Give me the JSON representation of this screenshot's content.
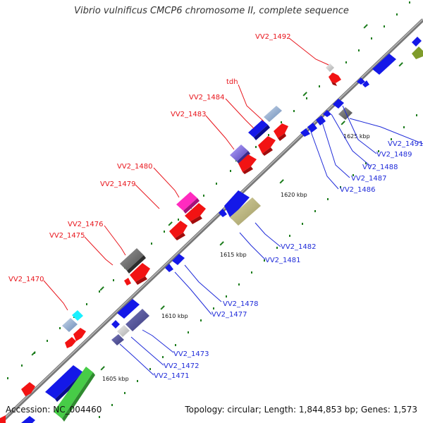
{
  "title": "Vibrio vulnificus CMCP6 chromosome II, complete sequence",
  "accession": "Accession: NC_004460",
  "summary": "Topology: circular; Length: 1,844,853 bp; Genes: 1,573",
  "colors": {
    "forward_label": "#e8141b",
    "reverse_label": "#1f2bd9",
    "forward_gene": "#f21313",
    "reverse_gene": "#1418e8",
    "backbone": "#8a8a8a",
    "tick_green": "#1e7d1e"
  },
  "tick_labels": [
    {
      "text": "1605 kbp"
    },
    {
      "text": "1610 kbp"
    },
    {
      "text": "1615 kbp"
    },
    {
      "text": "1620 kbp"
    },
    {
      "text": "1625 kbp"
    }
  ],
  "forward_labels": [
    {
      "text": "VV2_1492"
    },
    {
      "text": "tdh"
    },
    {
      "text": "VV2_1484"
    },
    {
      "text": "VV2_1483"
    },
    {
      "text": "VV2_1480"
    },
    {
      "text": "VV2_1479"
    },
    {
      "text": "VV2_1476"
    },
    {
      "text": "VV2_1475"
    },
    {
      "text": "VV2_1470"
    }
  ],
  "reverse_labels": [
    {
      "text": "VV2_1491"
    },
    {
      "text": "VV2_1489"
    },
    {
      "text": "VV2_1488"
    },
    {
      "text": "VV2_1487"
    },
    {
      "text": "VV2_1486"
    },
    {
      "text": "VV2_1482"
    },
    {
      "text": "VV2_1481"
    },
    {
      "text": "VV2_1478"
    },
    {
      "text": "VV2_1477"
    },
    {
      "text": "VV2_1473"
    },
    {
      "text": "VV2_1472"
    },
    {
      "text": "VV2_1471"
    }
  ]
}
